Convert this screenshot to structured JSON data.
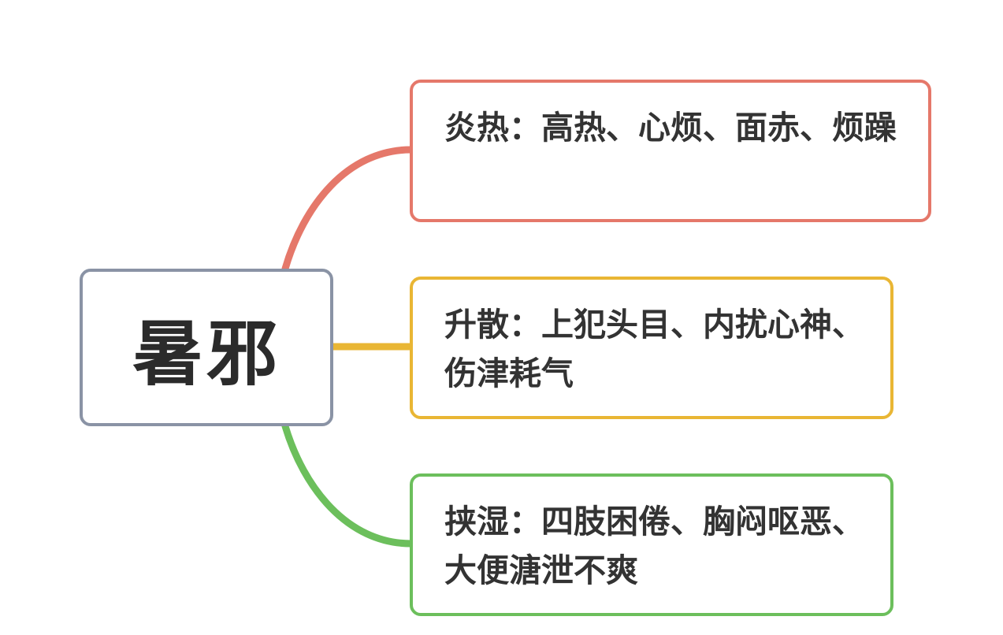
{
  "diagram": {
    "root": {
      "label": "暑邪",
      "border_color": "#8a93a5"
    },
    "branches": [
      {
        "label": "炎热：高热、心烦、面赤、烦躁",
        "color": "#e5786a"
      },
      {
        "label": "升散：上犯头目、内扰心神、伤津耗气",
        "color": "#e9b634"
      },
      {
        "label": "挟湿：四肢困倦、胸闷呕恶、大便溏泄不爽",
        "color": "#6cbf5c"
      }
    ]
  }
}
